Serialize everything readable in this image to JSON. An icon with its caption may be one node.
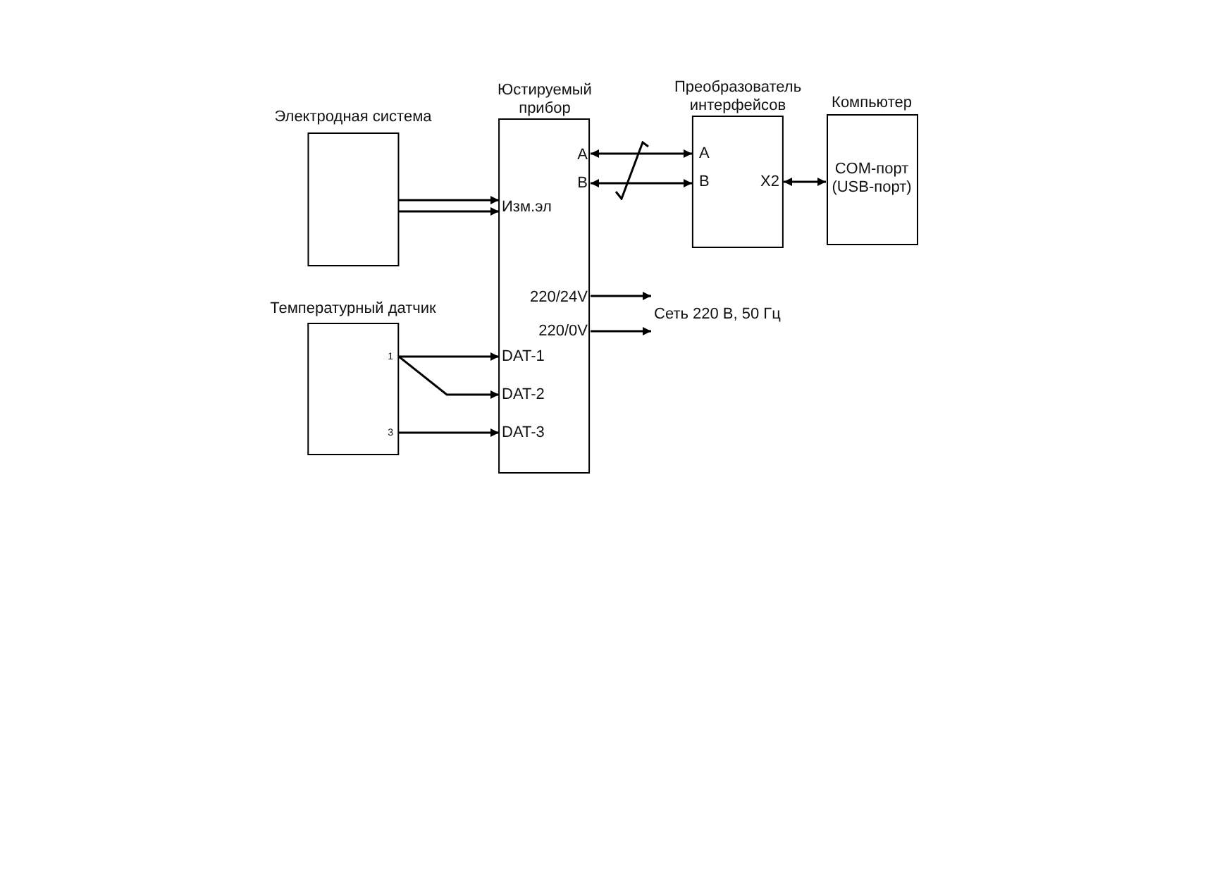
{
  "diagram": {
    "nodes": [
      {
        "text": [
          "Электродная система"
        ]
      },
      {
        "text": [
          "Юстируемый прибор",
          "A",
          "B",
          "Изм.эл",
          "220/24V",
          "220/0V",
          "DAT-1",
          "DAT-2",
          "DAT-3"
        ]
      },
      {
        "text": [
          "Преобразователь интерфейсов",
          "A",
          "B",
          "X2"
        ]
      },
      {
        "text": [
          "Компьютер",
          "COM-порт (USB-порт)"
        ]
      },
      {
        "text": [
          "Сеть 220 В, 50 Гц"
        ]
      },
      {
        "text": [
          "Температурный датчик",
          "1",
          "3"
        ]
      }
    ],
    "edges": [
      {
        "from": 0,
        "to": 1,
        "arrow": "to"
      },
      {
        "from": 0,
        "to": 1,
        "arrow": "to"
      },
      {
        "from": 1,
        "to": 2,
        "arrow": "both"
      },
      {
        "from": 1,
        "to": 2,
        "arrow": "both"
      },
      {
        "from": 2,
        "to": 3,
        "arrow": "both"
      },
      {
        "from": 1,
        "to": 4,
        "arrow": "to"
      },
      {
        "from": 1,
        "to": 4,
        "arrow": "to"
      },
      {
        "from": 5,
        "to": 1,
        "arrow": "to"
      },
      {
        "from": 5,
        "to": 1,
        "arrow": "to"
      },
      {
        "from": 5,
        "to": 1,
        "arrow": "to"
      }
    ]
  }
}
